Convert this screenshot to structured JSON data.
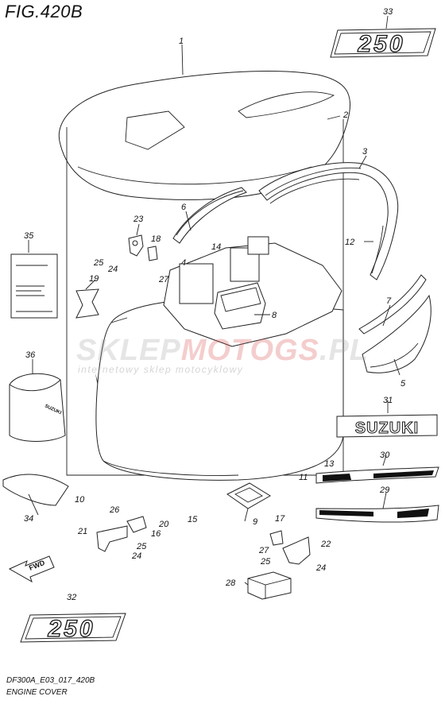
{
  "figure": {
    "title": "FIG.420B",
    "footer_code": "DF300A_E03_017_420B",
    "footer_caption": "ENGINE COVER"
  },
  "watermark": {
    "text_a": "SKLEP",
    "text_b": "MOTOGS",
    "text_c": ".PL",
    "subtitle": "internetowy sklep motocyklowy"
  },
  "emblems": {
    "model_number": "250",
    "brand": "SUZUKI",
    "fwd_arrow": "FWD",
    "tank_lettering": "SUZUKI"
  },
  "parts": [
    {
      "id": "1",
      "label": "1"
    },
    {
      "id": "2",
      "label": "2"
    },
    {
      "id": "3",
      "label": "3"
    },
    {
      "id": "4",
      "label": "4"
    },
    {
      "id": "5",
      "label": "5"
    },
    {
      "id": "6",
      "label": "6"
    },
    {
      "id": "7",
      "label": "7"
    },
    {
      "id": "8",
      "label": "8"
    },
    {
      "id": "9",
      "label": "9"
    },
    {
      "id": "10",
      "label": "10"
    },
    {
      "id": "11",
      "label": "11"
    },
    {
      "id": "12",
      "label": "12"
    },
    {
      "id": "13",
      "label": "13"
    },
    {
      "id": "14",
      "label": "14"
    },
    {
      "id": "15",
      "label": "15"
    },
    {
      "id": "16",
      "label": "16"
    },
    {
      "id": "17",
      "label": "17"
    },
    {
      "id": "18",
      "label": "18"
    },
    {
      "id": "19",
      "label": "19"
    },
    {
      "id": "20",
      "label": "20"
    },
    {
      "id": "21",
      "label": "21"
    },
    {
      "id": "22",
      "label": "22"
    },
    {
      "id": "23",
      "label": "23"
    },
    {
      "id": "24a",
      "label": "24"
    },
    {
      "id": "24b",
      "label": "24"
    },
    {
      "id": "24c",
      "label": "24"
    },
    {
      "id": "25a",
      "label": "25"
    },
    {
      "id": "25b",
      "label": "25"
    },
    {
      "id": "25c",
      "label": "25"
    },
    {
      "id": "26",
      "label": "26"
    },
    {
      "id": "27a",
      "label": "27"
    },
    {
      "id": "27b",
      "label": "27"
    },
    {
      "id": "28",
      "label": "28"
    },
    {
      "id": "29",
      "label": "29"
    },
    {
      "id": "30",
      "label": "30"
    },
    {
      "id": "31",
      "label": "31"
    },
    {
      "id": "32",
      "label": "32"
    },
    {
      "id": "33",
      "label": "33"
    },
    {
      "id": "34",
      "label": "34"
    },
    {
      "id": "35",
      "label": "35"
    },
    {
      "id": "36",
      "label": "36"
    }
  ]
}
